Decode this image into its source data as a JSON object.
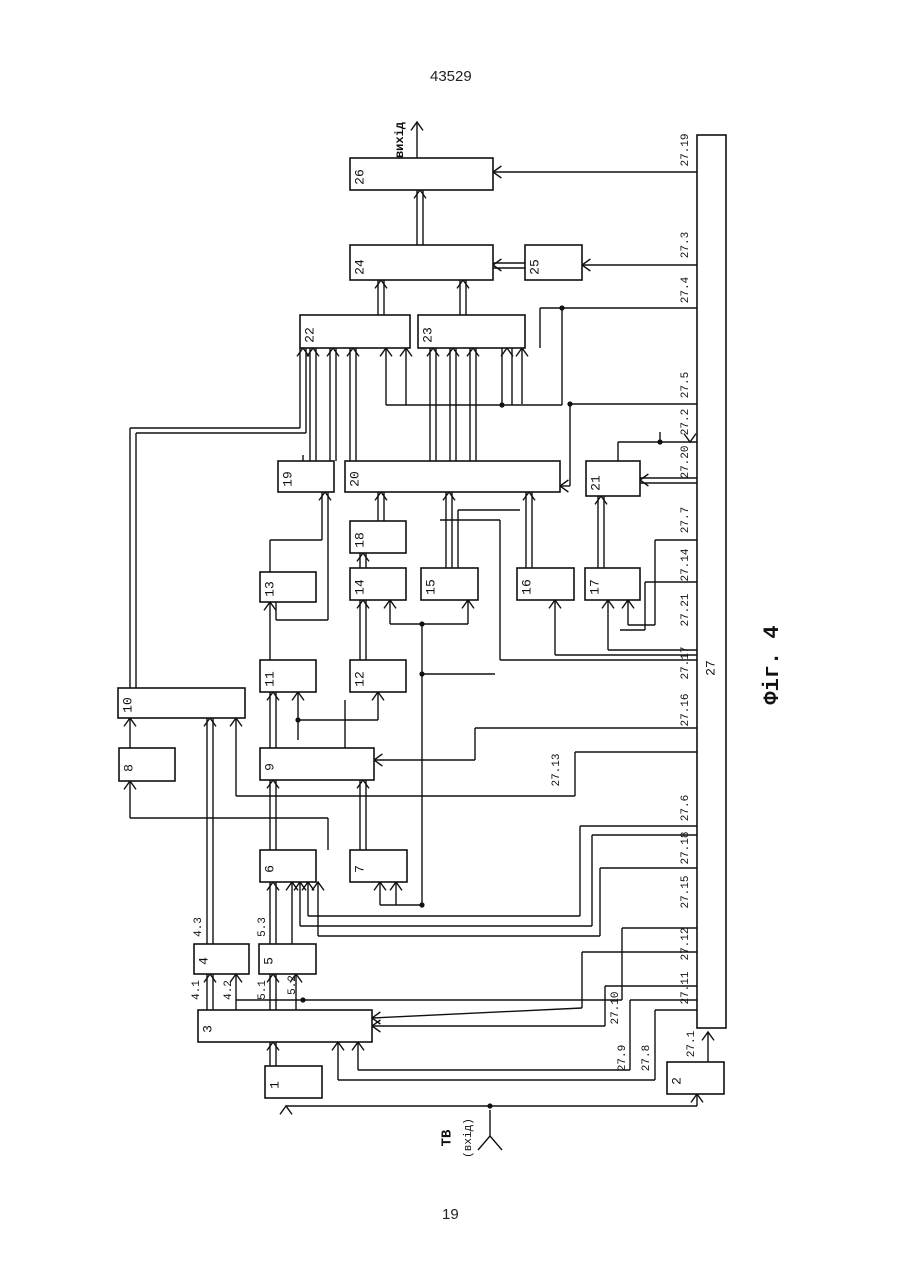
{
  "header": {
    "doc_number": "43529"
  },
  "footer": {
    "page_number": "19"
  },
  "figure": {
    "caption": "Фіг. 4",
    "input_label": "ТВ",
    "input_sublabel": "(вхід)",
    "output_label": "вихід",
    "blocks": [
      "1",
      "2",
      "3",
      "4",
      "5",
      "6",
      "7",
      "8",
      "9",
      "10",
      "11",
      "12",
      "13",
      "14",
      "15",
      "16",
      "17",
      "18",
      "19",
      "20",
      "21",
      "22",
      "23",
      "24",
      "25",
      "26"
    ],
    "bus": {
      "label": "27",
      "taps": [
        "27.1",
        "27.2",
        "27.3",
        "27.4",
        "27.5",
        "27.6",
        "27.7",
        "27.8",
        "27.9",
        "27.10",
        "27.11",
        "27.12",
        "27.13",
        "27.14",
        "27.15",
        "27.16",
        "27.17",
        "27.18",
        "27.19",
        "27.20",
        "27.21"
      ]
    },
    "port_labels": [
      "4.1",
      "4.2",
      "4.3",
      "5.1",
      "5.2",
      "5.3"
    ]
  }
}
